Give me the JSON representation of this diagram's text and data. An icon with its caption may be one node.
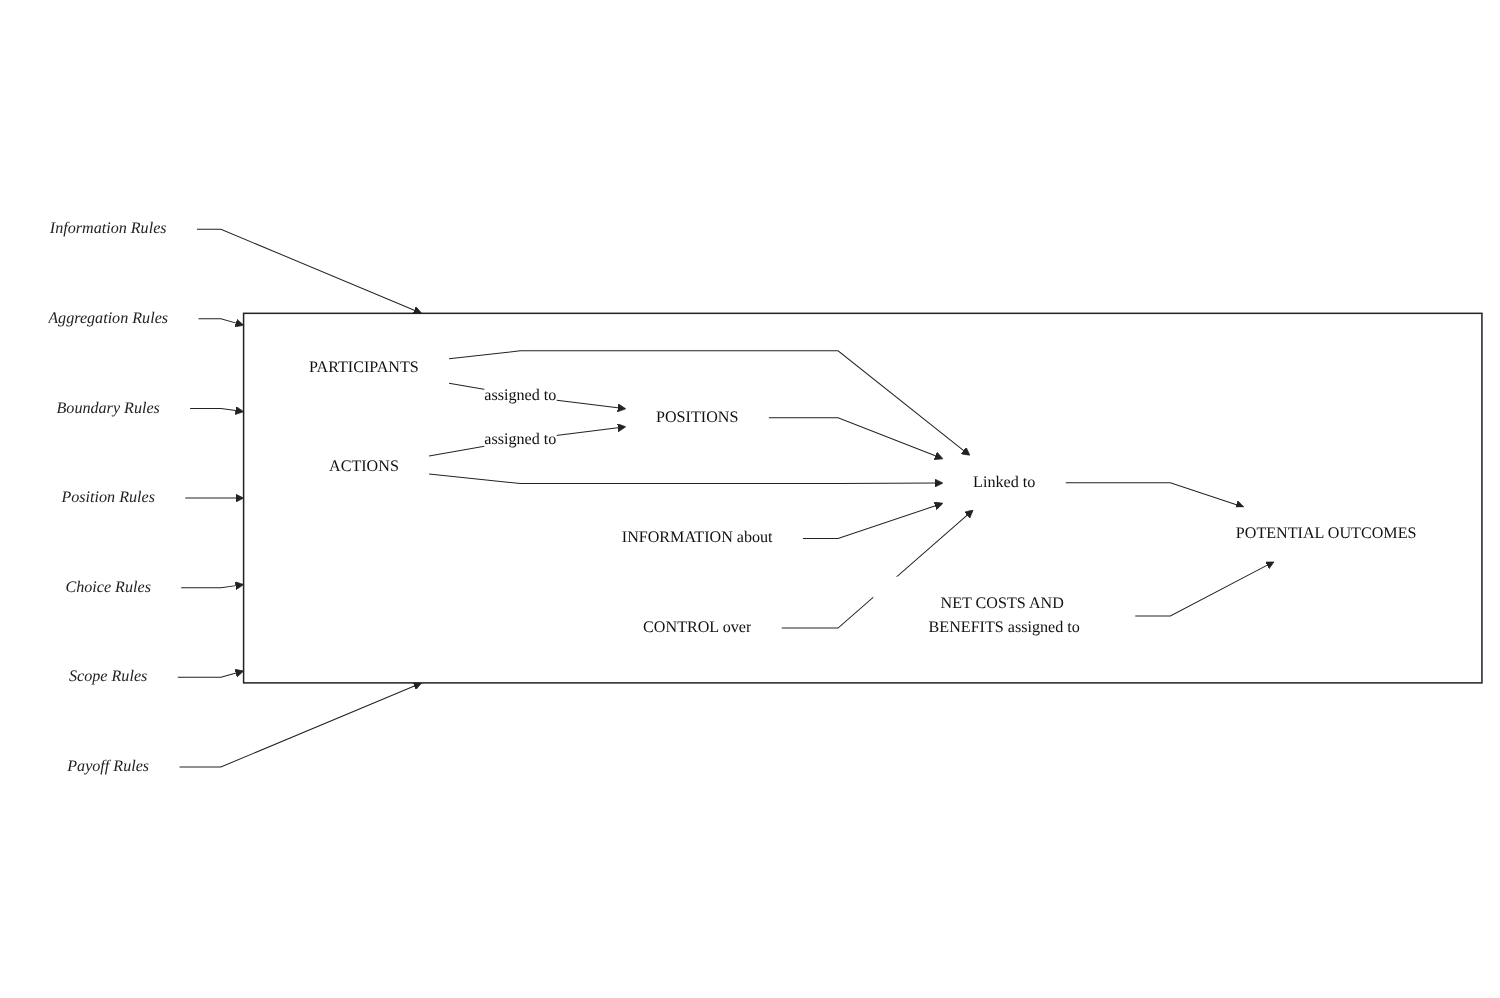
{
  "diagram": {
    "nodes": [
      {
        "text": [
          "Information Rules"
        ]
      },
      {
        "text": [
          "Aggregation Rules"
        ]
      },
      {
        "text": [
          "Boundary Rules"
        ]
      },
      {
        "text": [],
        "shape": "box"
      },
      {
        "text": [
          "PARTICIPANTS"
        ],
        "in": 3
      },
      {
        "text": [
          "INFORMATION about"
        ],
        "in": 3
      },
      {
        "text": [
          "CONTROL over"
        ],
        "in": 3
      },
      {
        "text": [
          "Position Rules"
        ]
      },
      {
        "text": [
          "POSITIONS"
        ],
        "in": 3
      },
      {
        "text": [
          "Linked to"
        ],
        "in": 3
      },
      {
        "text": [
          "POTENTIAL OUTCOMES"
        ],
        "in": 3
      },
      {
        "text": [
          "Scope Rules"
        ]
      },
      {
        "text": [
          "NET COSTS AND BENEFITS assigned to"
        ],
        "in": 3
      },
      {
        "text": [
          "Choice Rules"
        ]
      },
      {
        "text": [
          "ACTIONS"
        ],
        "in": 3
      },
      {
        "text": [
          "Payoff Rules"
        ]
      }
    ],
    "edges": [
      {
        "from": 0,
        "to": 3,
        "arrow": "to"
      },
      {
        "from": 1,
        "to": 3,
        "arrow": "to"
      },
      {
        "from": 2,
        "to": 3,
        "arrow": "to"
      },
      {
        "from": 7,
        "to": 3,
        "arrow": "to"
      },
      {
        "from": 13,
        "to": 3,
        "arrow": "to"
      },
      {
        "from": 11,
        "to": 3,
        "arrow": "to"
      },
      {
        "from": 15,
        "to": 3,
        "arrow": "to"
      },
      {
        "from": 4,
        "to": 8,
        "arrow": "to",
        "label": "assigned to"
      },
      {
        "from": 14,
        "to": 8,
        "arrow": "to",
        "label": "assigned to"
      },
      {
        "from": 4,
        "to": 9,
        "arrow": "to"
      },
      {
        "from": 8,
        "to": 9,
        "arrow": "to"
      },
      {
        "from": 14,
        "to": 9,
        "arrow": "to"
      },
      {
        "from": 5,
        "to": 9,
        "arrow": "to"
      },
      {
        "from": 6,
        "to": 9,
        "arrow": "to"
      },
      {
        "from": 9,
        "to": 10,
        "arrow": "to"
      },
      {
        "from": 12,
        "to": 10,
        "arrow": "to"
      }
    ]
  }
}
